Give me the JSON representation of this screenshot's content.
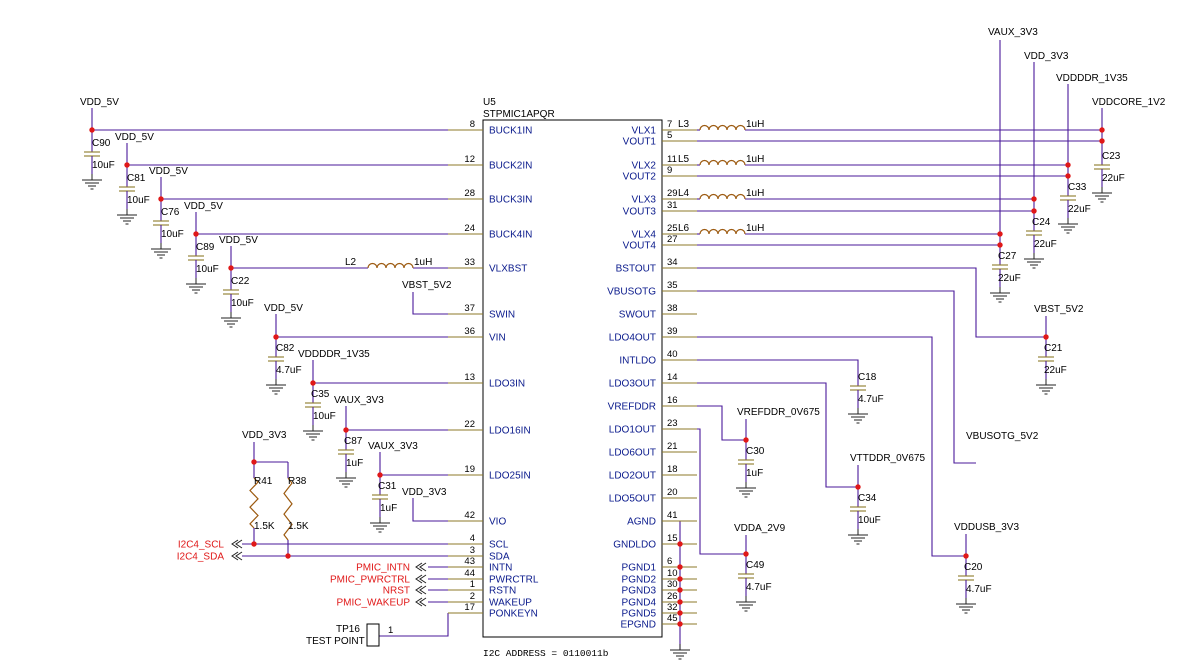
{
  "ic": {
    "ref": "U5",
    "part": "STPMIC1APQR",
    "left_pins": [
      {
        "name": "BUCK1IN",
        "num": "8"
      },
      {
        "name": "BUCK2IN",
        "num": "12"
      },
      {
        "name": "BUCK3IN",
        "num": "28"
      },
      {
        "name": "BUCK4IN",
        "num": "24"
      },
      {
        "name": "VLXBST",
        "num": "33"
      },
      {
        "name": "SWIN",
        "num": "37"
      },
      {
        "name": "VIN",
        "num": "36"
      },
      {
        "name": "LDO3IN",
        "num": "13"
      },
      {
        "name": "LDO16IN",
        "num": "22"
      },
      {
        "name": "LDO25IN",
        "num": "19"
      },
      {
        "name": "VIO",
        "num": "42"
      },
      {
        "name": "SCL",
        "num": "4"
      },
      {
        "name": "SDA",
        "num": "3"
      },
      {
        "name": "INTN",
        "num": "43"
      },
      {
        "name": "PWRCTRL",
        "num": "44"
      },
      {
        "name": "RSTN",
        "num": "1"
      },
      {
        "name": "WAKEUP",
        "num": "2"
      },
      {
        "name": "PONKEYN",
        "num": "17"
      }
    ],
    "right_pins": [
      {
        "name": "VLX1",
        "num": "7"
      },
      {
        "name": "VOUT1",
        "num": "5"
      },
      {
        "name": "VLX2",
        "num": "11"
      },
      {
        "name": "VOUT2",
        "num": "9"
      },
      {
        "name": "VLX3",
        "num": "29"
      },
      {
        "name": "VOUT3",
        "num": "31"
      },
      {
        "name": "VLX4",
        "num": "25"
      },
      {
        "name": "VOUT4",
        "num": "27"
      },
      {
        "name": "BSTOUT",
        "num": "34"
      },
      {
        "name": "VBUSOTG",
        "num": "35"
      },
      {
        "name": "SWOUT",
        "num": "38"
      },
      {
        "name": "LDO4OUT",
        "num": "39"
      },
      {
        "name": "INTLDO",
        "num": "40"
      },
      {
        "name": "LDO3OUT",
        "num": "14"
      },
      {
        "name": "VREFDDR",
        "num": "16"
      },
      {
        "name": "LDO1OUT",
        "num": "23"
      },
      {
        "name": "LDO6OUT",
        "num": "21"
      },
      {
        "name": "LDO2OUT",
        "num": "18"
      },
      {
        "name": "LDO5OUT",
        "num": "20"
      },
      {
        "name": "AGND",
        "num": "41"
      },
      {
        "name": "GNDLDO",
        "num": "15"
      },
      {
        "name": "PGND1",
        "num": "6"
      },
      {
        "name": "PGND2",
        "num": "10"
      },
      {
        "name": "PGND3",
        "num": "30"
      },
      {
        "name": "PGND4",
        "num": "26"
      },
      {
        "name": "PGND5",
        "num": "32"
      },
      {
        "name": "EPGND",
        "num": "45"
      }
    ],
    "footer": "I2C ADDRESS = 0110011b"
  },
  "nets": [
    {
      "label": "VDD_5V"
    },
    {
      "label": "VDD_5V"
    },
    {
      "label": "VDD_5V"
    },
    {
      "label": "VDD_5V"
    },
    {
      "label": "VDD_5V"
    },
    {
      "label": "VBST_5V2"
    },
    {
      "label": "VDD_5V"
    },
    {
      "label": "VDDDDR_1V35"
    },
    {
      "label": "VAUX_3V3"
    },
    {
      "label": "VAUX_3V3"
    },
    {
      "label": "VDD_3V3"
    },
    {
      "label": "VDD_3V3"
    },
    {
      "label": "VAUX_3V3"
    },
    {
      "label": "VDD_3V3"
    },
    {
      "label": "VDDDDR_1V35"
    },
    {
      "label": "VDDCORE_1V2"
    },
    {
      "label": "VBST_5V2"
    },
    {
      "label": "VREFDDR_0V675"
    },
    {
      "label": "VTTDDR_0V675"
    },
    {
      "label": "VBUSOTG_5V2"
    },
    {
      "label": "VDDA_2V9"
    },
    {
      "label": "VDDUSB_3V3"
    }
  ],
  "capacitors": [
    {
      "ref": "C90",
      "value": "10uF"
    },
    {
      "ref": "C81",
      "value": "10uF"
    },
    {
      "ref": "C76",
      "value": "10uF"
    },
    {
      "ref": "C89",
      "value": "10uF"
    },
    {
      "ref": "C22",
      "value": "10uF"
    },
    {
      "ref": "C82",
      "value": "4.7uF"
    },
    {
      "ref": "C35",
      "value": "10uF"
    },
    {
      "ref": "C87",
      "value": "1uF"
    },
    {
      "ref": "C31",
      "value": "1uF"
    },
    {
      "ref": "C23",
      "value": "22uF"
    },
    {
      "ref": "C33",
      "value": "22uF"
    },
    {
      "ref": "C24",
      "value": "22uF"
    },
    {
      "ref": "C27",
      "value": "22uF"
    },
    {
      "ref": "C21",
      "value": "22uF"
    },
    {
      "ref": "C18",
      "value": "4.7uF"
    },
    {
      "ref": "C30",
      "value": "1uF"
    },
    {
      "ref": "C34",
      "value": "10uF"
    },
    {
      "ref": "C49",
      "value": "4.7uF"
    },
    {
      "ref": "C20",
      "value": "4.7uF"
    }
  ],
  "inductors": [
    {
      "ref": "L3",
      "value": "1uH"
    },
    {
      "ref": "L5",
      "value": "1uH"
    },
    {
      "ref": "L4",
      "value": "1uH"
    },
    {
      "ref": "L6",
      "value": "1uH"
    },
    {
      "ref": "L2",
      "value": "1uH"
    }
  ],
  "resistors": [
    {
      "ref": "R41",
      "value": "1.5K"
    },
    {
      "ref": "R38",
      "value": "1.5K"
    }
  ],
  "signals": [
    "I2C4_SCL",
    "I2C4_SDA",
    "PMIC_INTN",
    "PMIC_PWRCTRL",
    "NRST",
    "PMIC_WAKEUP"
  ],
  "testpoint": {
    "ref": "TP16",
    "label": "TEST POINT",
    "pin": "1"
  },
  "colors": {
    "wire": "#4a1a9a",
    "pin_text": "#0a1a8c",
    "signal": "#e01818",
    "junction": "#e01818",
    "pin_stub": "#8c7a28"
  }
}
